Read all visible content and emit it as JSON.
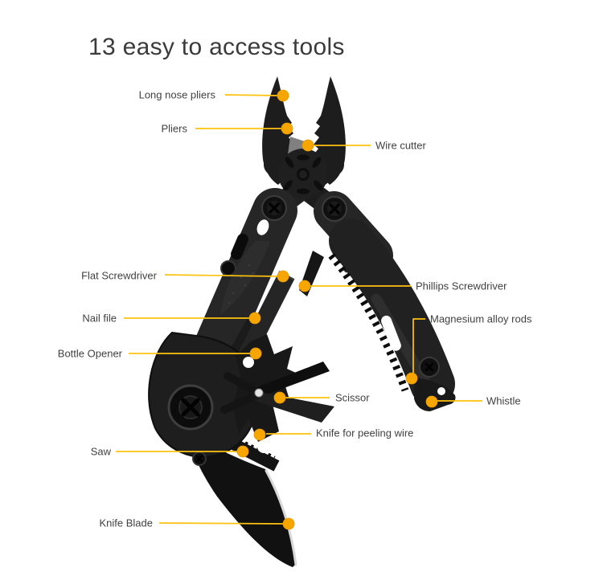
{
  "title": "13 easy to access tools",
  "colors": {
    "leader_line": "#FFC20E",
    "dot": "#F7A600",
    "label_text": "#414141",
    "title_text": "#3B3B3B",
    "tool_black": "#1C1C1C",
    "blade_edge": "#D8D8D8",
    "background": "#FFFFFF"
  },
  "illustration": {
    "description": "black folding multi-tool pliers shown open with fold-out tools"
  },
  "labels": [
    {
      "id": "long-nose-pliers",
      "text": "Long nose pliers",
      "side": "left"
    },
    {
      "id": "pliers",
      "text": "Pliers",
      "side": "left"
    },
    {
      "id": "wire-cutter",
      "text": "Wire cutter",
      "side": "right"
    },
    {
      "id": "flat-screwdriver",
      "text": "Flat Screwdriver",
      "side": "left"
    },
    {
      "id": "phillips-screwdriver",
      "text": "Phillips Screwdriver",
      "side": "right"
    },
    {
      "id": "nail-file",
      "text": "Nail file",
      "side": "left"
    },
    {
      "id": "magnesium-alloy-rods",
      "text": "Magnesium alloy rods",
      "side": "right"
    },
    {
      "id": "bottle-opener",
      "text": "Bottle Opener",
      "side": "left"
    },
    {
      "id": "scissor",
      "text": "Scissor",
      "side": "right"
    },
    {
      "id": "whistle",
      "text": "Whistle",
      "side": "right"
    },
    {
      "id": "knife-for-peeling-wire",
      "text": "Knife for peeling wire",
      "side": "right"
    },
    {
      "id": "saw",
      "text": "Saw",
      "side": "left"
    },
    {
      "id": "knife-blade",
      "text": "Knife Blade",
      "side": "left"
    }
  ]
}
